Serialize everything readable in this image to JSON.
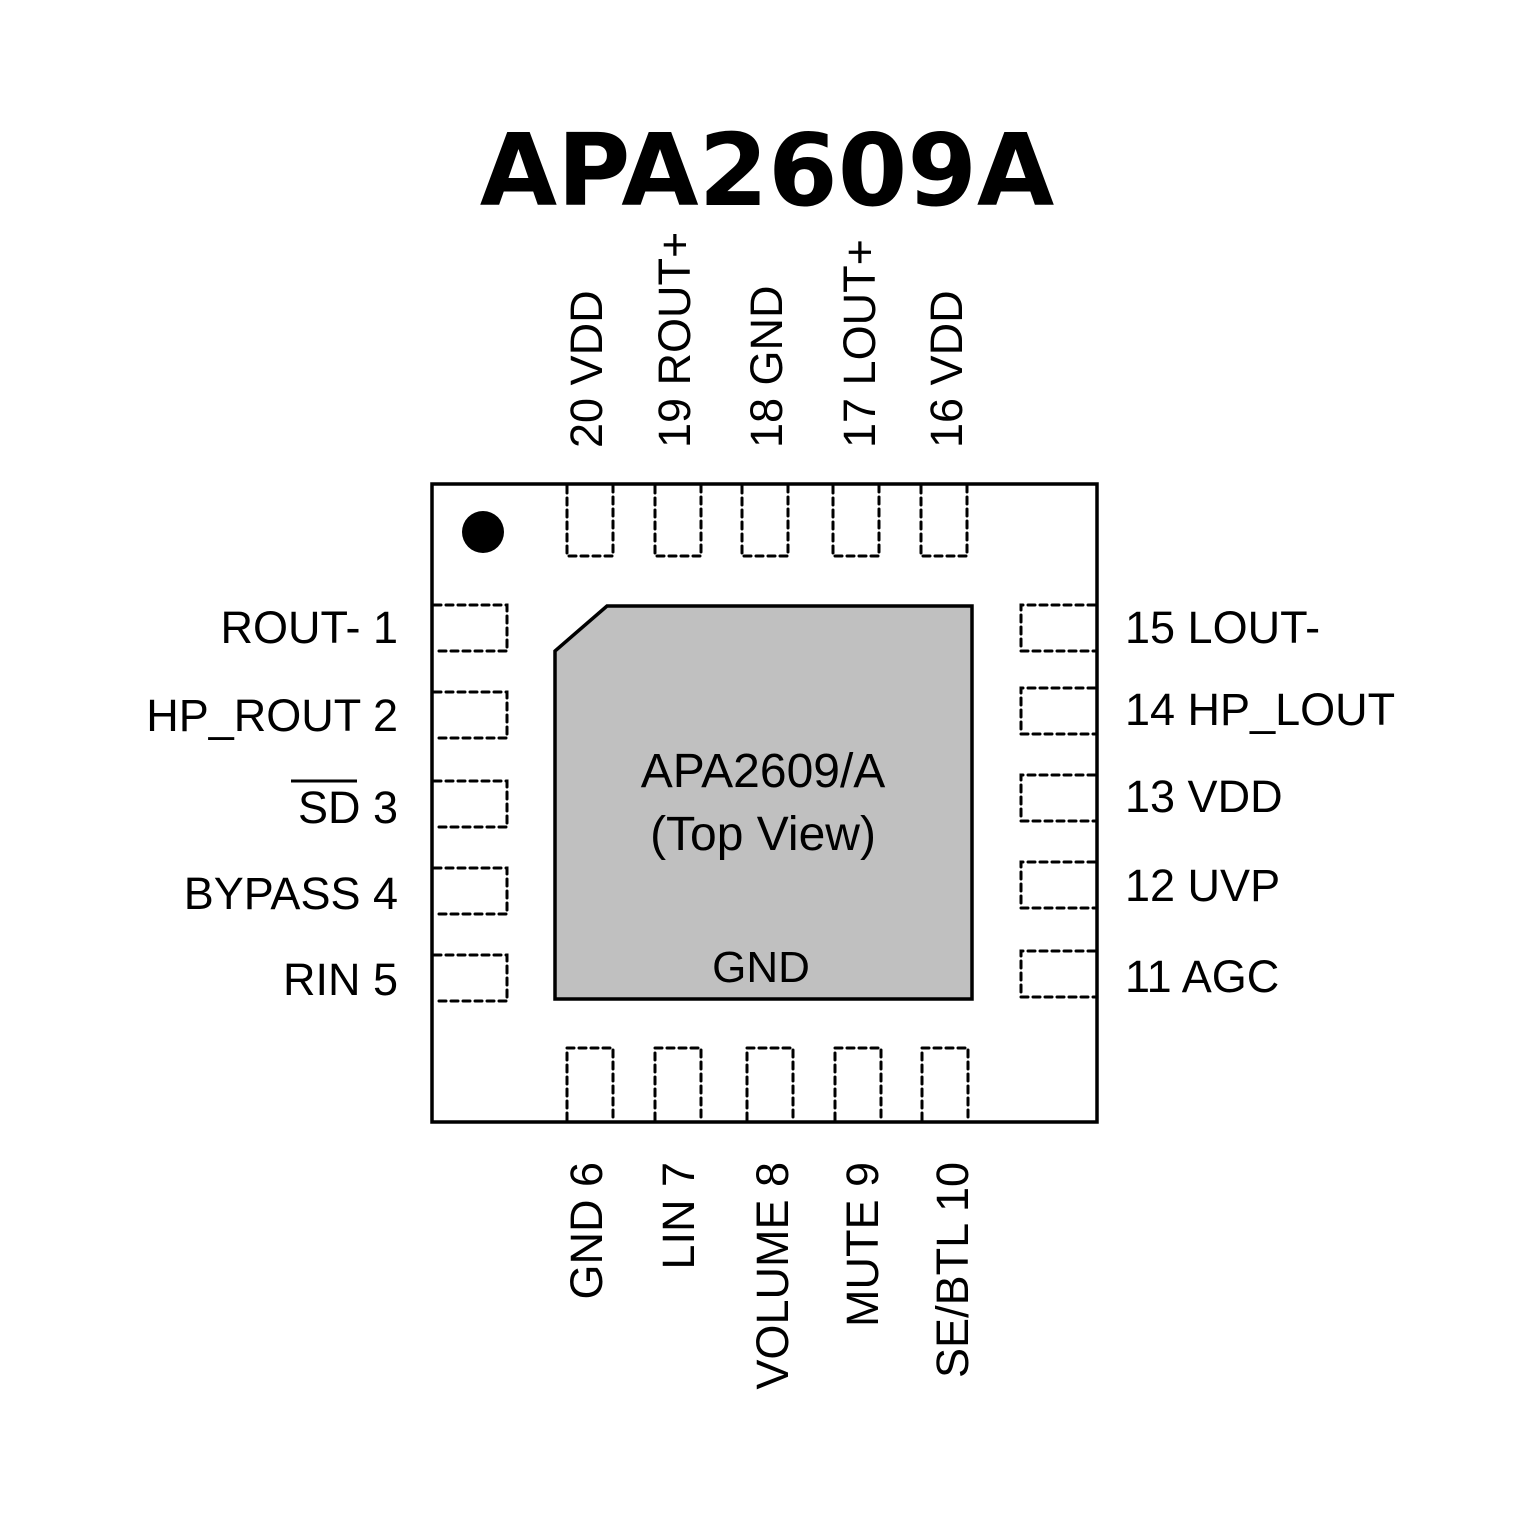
{
  "title": "APA2609A",
  "package": {
    "center_line1": "APA2609/A",
    "center_line2": "(Top View)",
    "thermal_pad_label": "GND",
    "pin1_marker": "pin-1-dot",
    "colors": {
      "thermal_pad_fill": "#c0c0c0",
      "outline": "#000000",
      "background": "#ffffff"
    }
  },
  "pins": {
    "left": [
      {
        "number": 1,
        "name": "ROUT-",
        "label": "ROUT- 1"
      },
      {
        "number": 2,
        "name": "HP_ROUT",
        "label": "HP_ROUT 2"
      },
      {
        "number": 3,
        "name": "SD",
        "label": "SD 3",
        "overbar": true,
        "overbar_text": "SD",
        "number_text": " 3"
      },
      {
        "number": 4,
        "name": "BYPASS",
        "label": "BYPASS 4"
      },
      {
        "number": 5,
        "name": "RIN",
        "label": "RIN 5"
      }
    ],
    "bottom": [
      {
        "number": 6,
        "name": "GND",
        "label": "GND 6"
      },
      {
        "number": 7,
        "name": "LIN",
        "label": "LIN 7"
      },
      {
        "number": 8,
        "name": "VOLUME",
        "label": "VOLUME 8"
      },
      {
        "number": 9,
        "name": "MUTE",
        "label": "MUTE 9"
      },
      {
        "number": 10,
        "name": "SE/BTL",
        "label": "SE/BTL 10"
      }
    ],
    "right": [
      {
        "number": 15,
        "name": "LOUT-",
        "label": "15 LOUT-"
      },
      {
        "number": 14,
        "name": "HP_LOUT",
        "label": "14 HP_LOUT"
      },
      {
        "number": 13,
        "name": "VDD",
        "label": "13 VDD"
      },
      {
        "number": 12,
        "name": "UVP",
        "label": "12 UVP"
      },
      {
        "number": 11,
        "name": "AGC",
        "label": "11 AGC"
      }
    ],
    "top": [
      {
        "number": 20,
        "name": "VDD",
        "label": "20 VDD"
      },
      {
        "number": 19,
        "name": "ROUT+",
        "label": "19 ROUT+"
      },
      {
        "number": 18,
        "name": "GND",
        "label": "18 GND"
      },
      {
        "number": 17,
        "name": "LOUT+",
        "label": "17 LOUT+"
      },
      {
        "number": 16,
        "name": "VDD",
        "label": "16 VDD"
      }
    ]
  }
}
